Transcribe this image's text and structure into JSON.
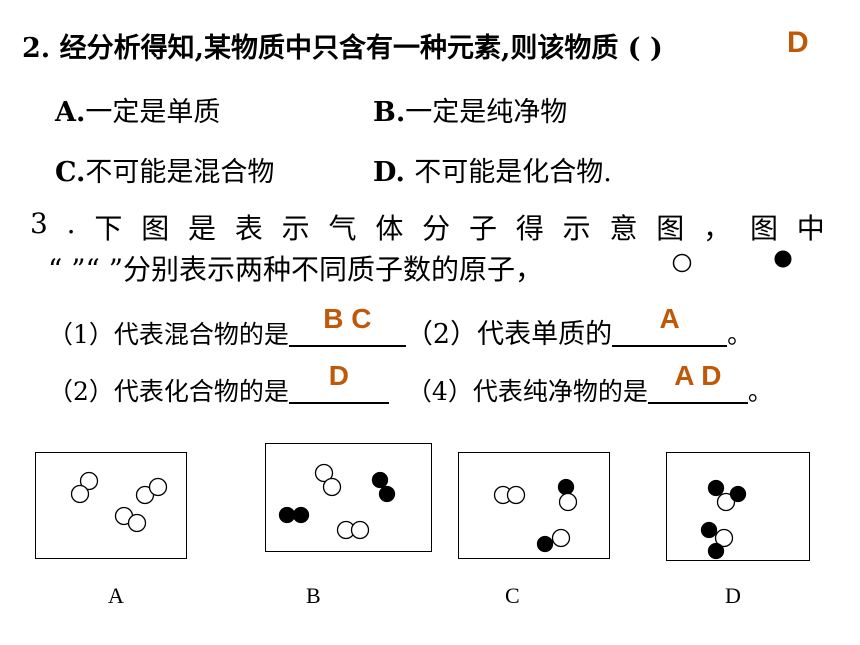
{
  "q2": {
    "question": "2. 经分析得知,某物质中只含有一种元素,则该物质 (    )",
    "answer": "D",
    "options": [
      {
        "letter": "A.",
        "text": "一定是单质"
      },
      {
        "letter": "B.",
        "text": "一定是纯净物"
      },
      {
        "letter": "C.",
        "text": "不可能是混合物"
      },
      {
        "letter": "D. ",
        "text": "不可能是化合物."
      }
    ]
  },
  "q3": {
    "line1_chars": [
      "3",
      ".",
      "下",
      "图",
      "是",
      "表",
      "示",
      "气",
      "体",
      "分",
      "子",
      "得",
      "示",
      "意",
      "图",
      "，",
      "图",
      "中"
    ],
    "line2": "“      ”“      ”分别表示两种不同质子数的原子，",
    "sub1_label": "（1）代表混合物的是",
    "sub1_answer": "B C",
    "sub2_label": "（2）代表单质的",
    "sub2_answer": "A",
    "sub3_label": "（2）代表化合物的是",
    "sub3_answer": "D",
    "sub4_label": "（4）代表纯净物的是",
    "sub4_answer": "A D",
    "end_mark": "。"
  },
  "boxes": [
    {
      "label": "A"
    },
    {
      "label": "B"
    },
    {
      "label": "C"
    },
    {
      "label": "D"
    }
  ]
}
